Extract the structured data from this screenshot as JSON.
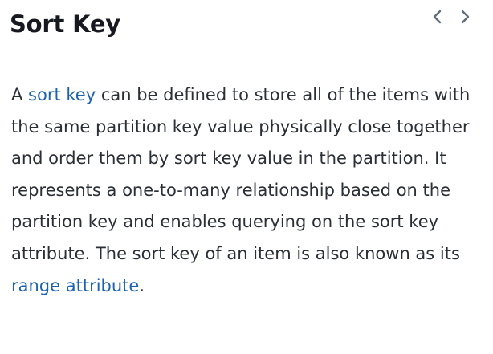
{
  "panel": {
    "title": "Sort Key",
    "nav": {
      "prev_icon": "chevron-left-icon",
      "next_icon": "chevron-right-icon"
    },
    "body": {
      "prefix": "A ",
      "link_sort_key": "sort key",
      "middle": " can be defined to store all of the items with the same partition key value physically close together and order them by sort key value in the partition. It represents a one-to-many relationship based on the partition key and enables querying on the sort key attribute. The sort key of an item is also known as its ",
      "link_range_attribute": "range attribute",
      "suffix": "."
    }
  },
  "colors": {
    "text": "#2a2f36",
    "title": "#16191f",
    "link": "#1a62b0",
    "icon": "#5f6b7a"
  }
}
